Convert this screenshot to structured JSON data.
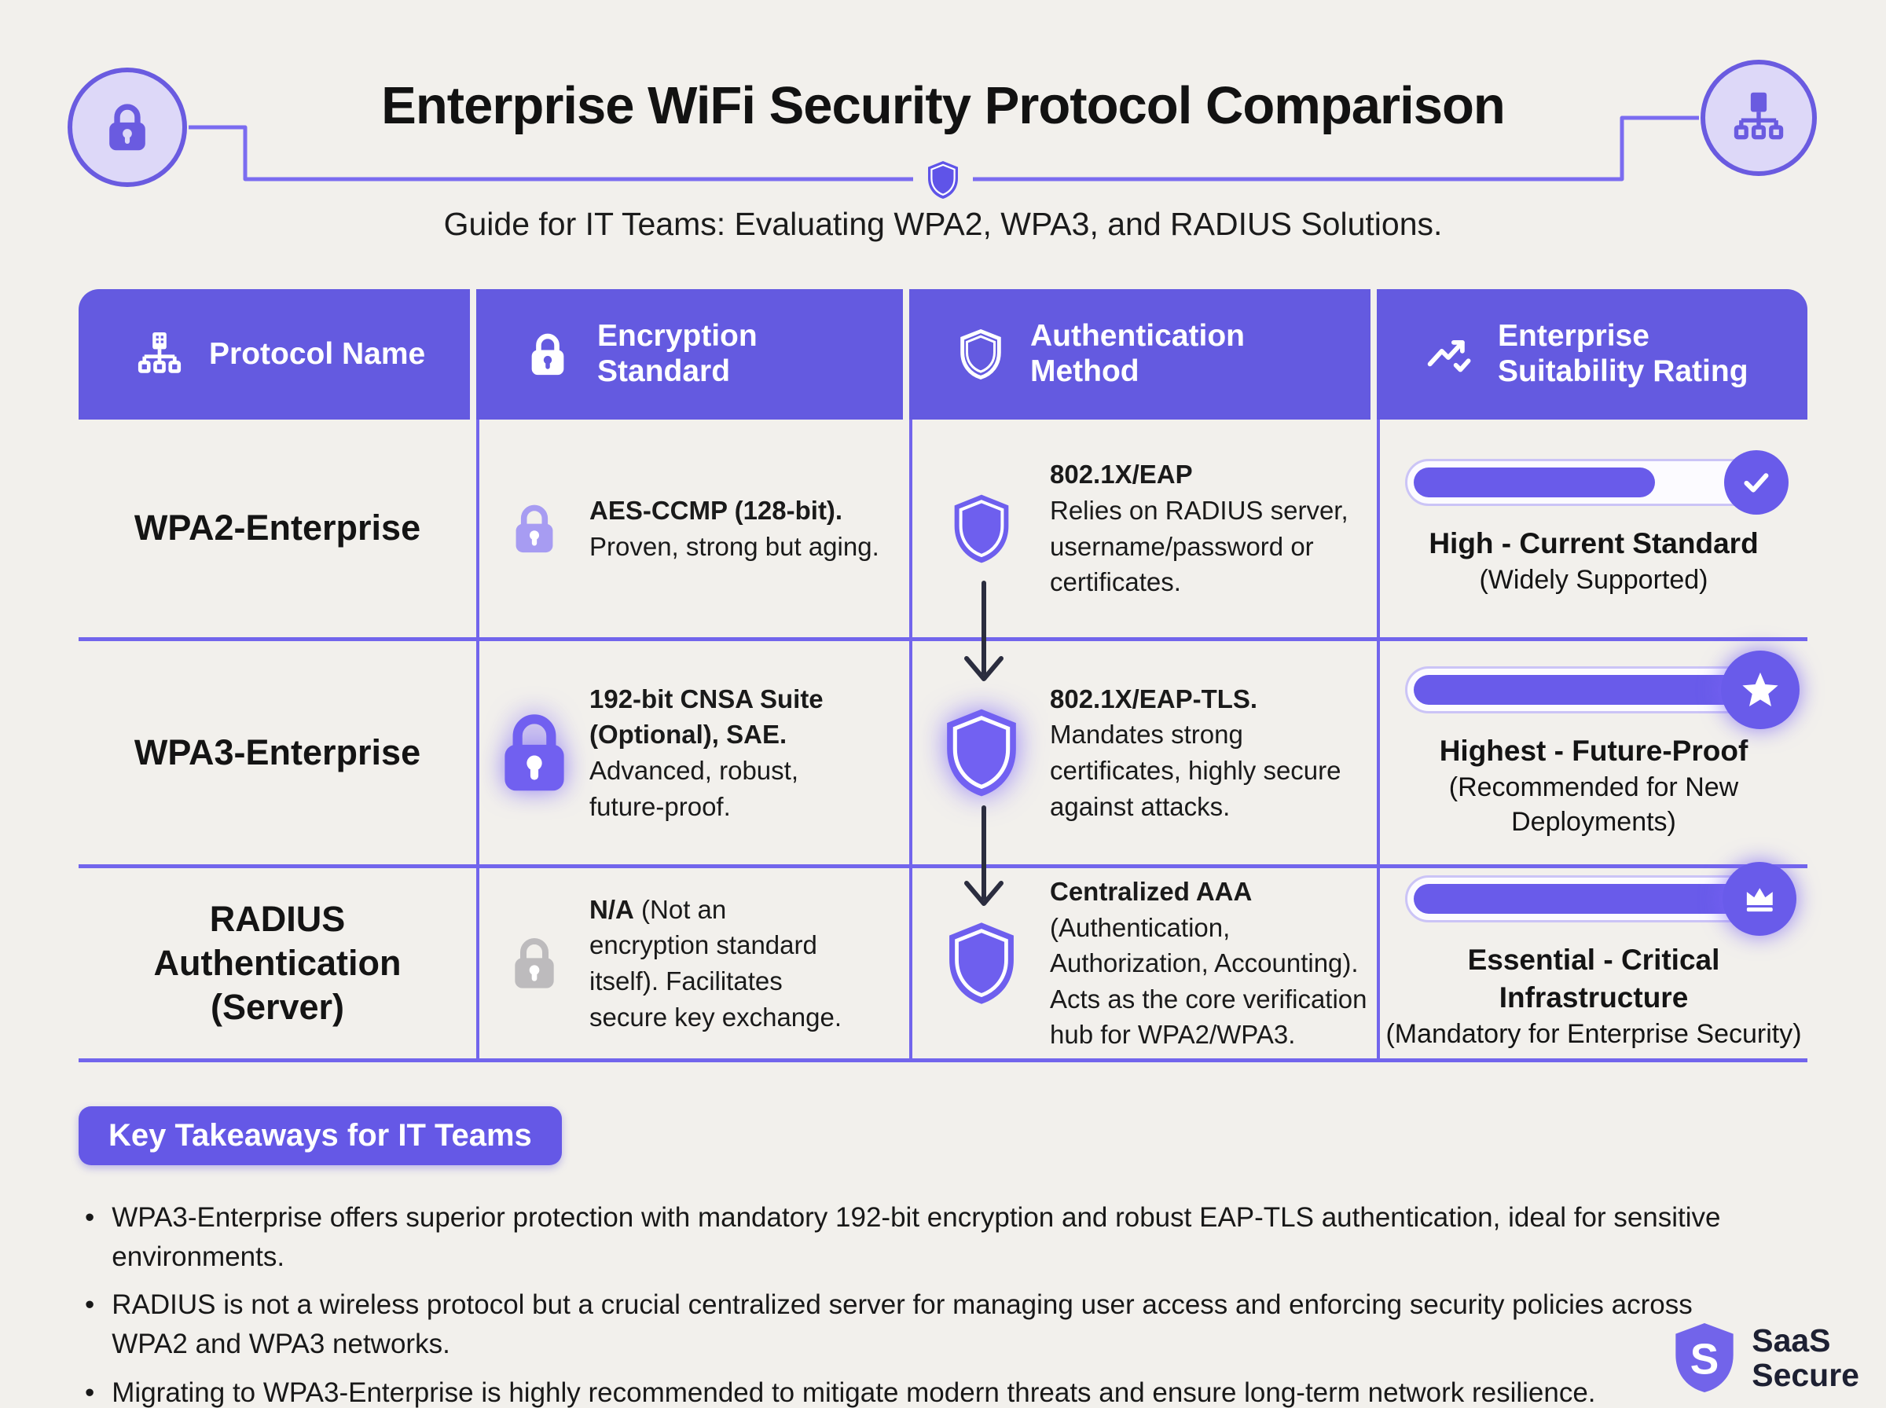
{
  "header": {
    "title": "Enterprise WiFi Security Protocol Comparison",
    "subtitle": "Guide for IT Teams: Evaluating WPA2, WPA3, and RADIUS Solutions.",
    "left_icon": "lock-icon",
    "right_icon": "network-sitemap-icon",
    "divider_icon": "shield-icon"
  },
  "table": {
    "columns": [
      {
        "label": "Protocol Name",
        "icon": "sitemap-icon"
      },
      {
        "label": "Encryption Standard",
        "icon": "lock-icon"
      },
      {
        "label": "Authentication Method",
        "icon": "shield-icon"
      },
      {
        "label": "Enterprise Suitability Rating",
        "icon": "trending-up-icon"
      }
    ],
    "rows": [
      {
        "protocol": "WPA2-Enterprise",
        "encryption": {
          "lead": "AES-CCMP (128-bit).",
          "body": "Proven, strong but aging.",
          "icon": "lock-icon-light-purple"
        },
        "authentication": {
          "lead": "802.1X/EAP",
          "body": "Relies on RADIUS server, username/password or certificates.",
          "icon": "shield-icon-purple"
        },
        "rating": {
          "label": "High - Current Standard",
          "sublabel": "(Widely Supported)",
          "bar_percent": 64,
          "badge_icon": "check-icon"
        }
      },
      {
        "protocol": "WPA3-Enterprise",
        "encryption": {
          "lead": "192-bit CNSA Suite (Optional), SAE.",
          "body": "Advanced, robust, future-proof.",
          "icon": "lock-icon-glow-purple"
        },
        "authentication": {
          "lead": "802.1X/EAP-TLS.",
          "body": "Mandates strong certificates, highly secure against attacks.",
          "icon": "shield-icon-glow-purple"
        },
        "rating": {
          "label": "Highest - Future-Proof",
          "sublabel": "(Recommended for New Deployments)",
          "bar_percent": 94,
          "badge_icon": "star-icon"
        }
      },
      {
        "protocol": "RADIUS Authentication (Server)",
        "encryption": {
          "lead": "N/A",
          "body": "(Not an encryption standard itself). Facilitates secure key exchange.",
          "icon": "lock-icon-gray"
        },
        "authentication": {
          "lead": "Centralized AAA",
          "body": "(Authentication, Authorization, Accounting). Acts as the core verification hub for WPA2/WPA3.",
          "icon": "shield-icon-purple"
        },
        "rating": {
          "label": "Essential - Critical Infrastructure",
          "sublabel": "(Mandatory for Enterprise Security)",
          "bar_percent": 93,
          "badge_icon": "crown-icon"
        }
      }
    ]
  },
  "takeaways": {
    "title": "Key Takeaways for IT Teams",
    "bullet_char": "•",
    "items": [
      "WPA3-Enterprise offers superior protection with mandatory 192-bit encryption and robust EAP-TLS authentication, ideal for sensitive environments.",
      "RADIUS is not a wireless protocol but a crucial centralized server for managing user access and enforcing security policies across WPA2 and WPA3 networks.",
      "Migrating to WPA3-Enterprise is highly recommended to mitigate modern threats and ensure long-term network resilience."
    ]
  },
  "logo": {
    "line1": "SaaS",
    "line2": "Secure",
    "mark": "shield-s-icon"
  },
  "colors": {
    "background": "#F2F0EC",
    "header_purple": "#645AE0",
    "grid_line_purple": "#7265EC",
    "bar_fill": "#695BEA",
    "lock_light_purple": "#A79CF2",
    "lock_glow_purple": "#7160F0",
    "lock_gray": "#BDBBBD",
    "shield_purple": "#6E5FEE",
    "arrow_dark": "#2B2D3F",
    "text": "#171717"
  }
}
